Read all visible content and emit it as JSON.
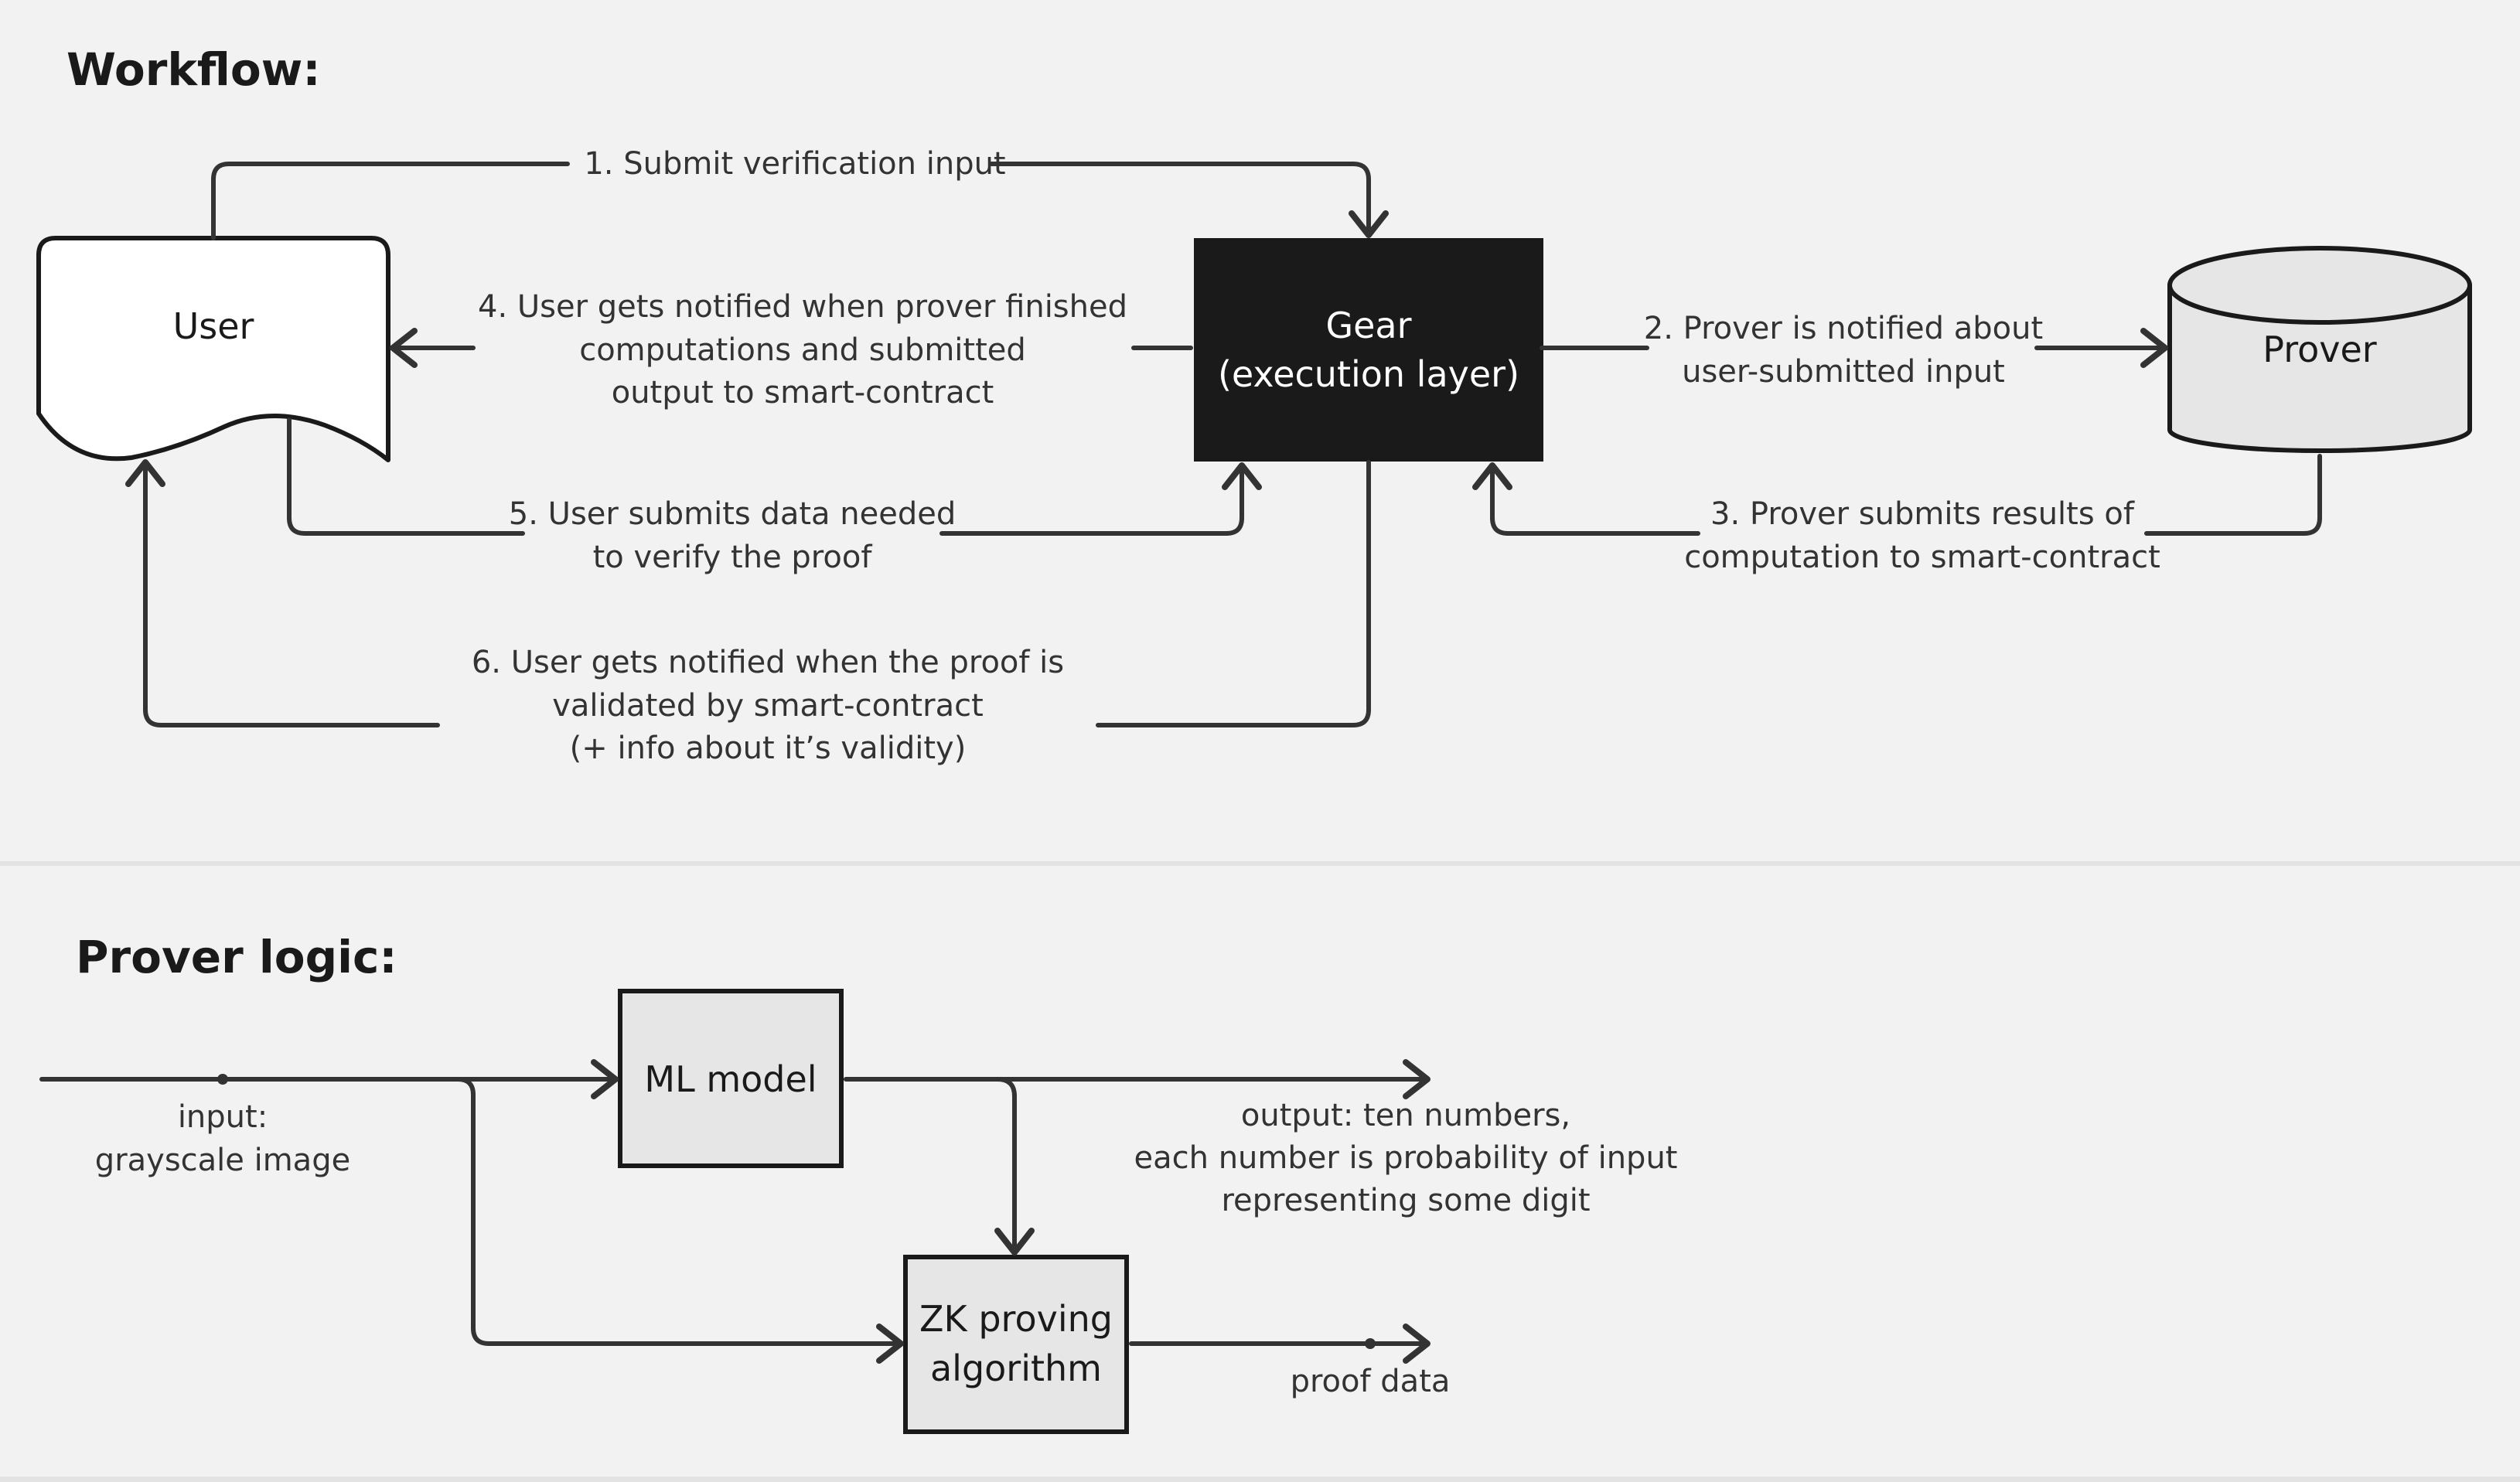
{
  "colors": {
    "background": "#f2f2f2",
    "stroke": "#333333",
    "gear_fill": "#1a1a1a",
    "prover_fill": "#e6e6e6",
    "user_fill": "#ffffff",
    "box_fill": "#e6e6e6"
  },
  "workflow": {
    "title": "Workflow:",
    "nodes": {
      "user": "User",
      "gear_line1": "Gear",
      "gear_line2": "(execution layer)",
      "prover": "Prover"
    },
    "steps": {
      "s1": [
        "1. Submit verification input"
      ],
      "s2": [
        "2. Prover is notified about",
        "user-submitted input"
      ],
      "s3": [
        "3.  Prover submits results of",
        "computation to smart-contract"
      ],
      "s4": [
        "4. User gets notified when prover finished",
        "computations and submitted",
        "output to smart-contract"
      ],
      "s5": [
        "5. User submits data needed",
        "to verify the proof"
      ],
      "s6": [
        "6. User gets notified when the proof is",
        "validated by smart-contract",
        "(+ info about it’s validity)"
      ]
    }
  },
  "prover_logic": {
    "title": "Prover logic:",
    "nodes": {
      "ml_model": "ML model",
      "zk_line1": "ZK proving",
      "zk_line2": "algorithm"
    },
    "labels": {
      "input": [
        "input:",
        "grayscale image"
      ],
      "output": [
        "output: ten numbers,",
        "each number is probability of input",
        "representing some digit"
      ],
      "proof": [
        "proof data"
      ]
    }
  }
}
